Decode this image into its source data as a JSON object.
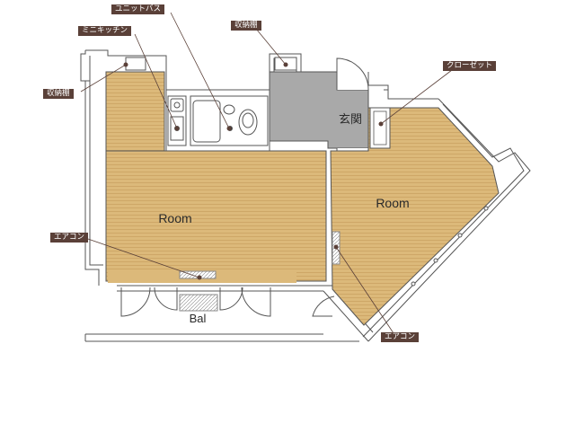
{
  "labels": {
    "unit_bath": "ユニットバス",
    "mini_kitchen": "ミニキッチン",
    "storage_top": "収納棚",
    "storage_left": "収納棚",
    "closet": "クローゼット",
    "entrance": "玄関",
    "room_left": "Room",
    "room_right": "Room",
    "aircon_left": "エアコン",
    "aircon_right": "エアコン",
    "balcony": "Bal"
  },
  "colors": {
    "floor_wood": "#dcb97a",
    "floor_stripe": "#c9a05f",
    "entrance_gray": "#a9a9a9",
    "wall": "#555555",
    "tag_bg": "#5a4038",
    "leader": "#5a4038"
  }
}
